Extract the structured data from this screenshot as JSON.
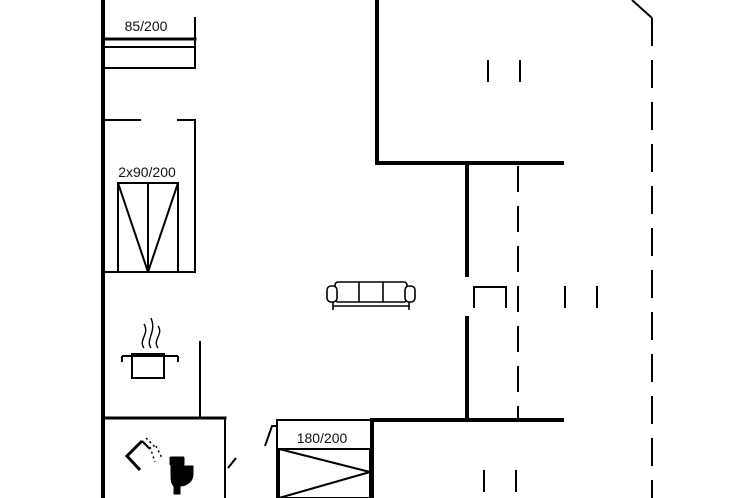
{
  "floorplan": {
    "labels": {
      "bed_top": "85/200",
      "bed_bunk": "2x90/200",
      "bed_bottom": "180/200"
    },
    "icons": {
      "sofa": "sofa-icon",
      "stove": "cooking-pot-icon",
      "shower": "shower-icon",
      "toilet": "toilet-icon"
    },
    "colors": {
      "wall": "#000000",
      "background": "#ffffff"
    }
  }
}
